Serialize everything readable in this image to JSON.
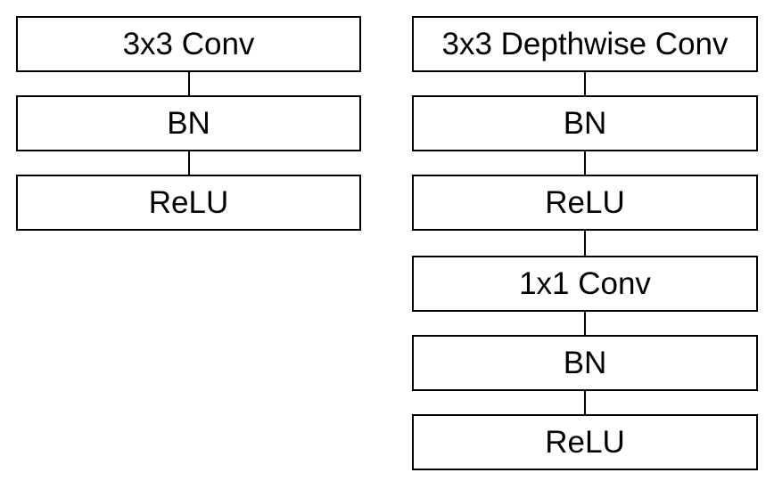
{
  "left_column": {
    "blocks": [
      {
        "label": "3x3 Conv"
      },
      {
        "label": "BN"
      },
      {
        "label": "ReLU"
      }
    ]
  },
  "right_column": {
    "blocks": [
      {
        "label": "3x3 Depthwise Conv"
      },
      {
        "label": "BN"
      },
      {
        "label": "ReLU"
      },
      {
        "label": "1x1 Conv"
      },
      {
        "label": "BN"
      },
      {
        "label": "ReLU"
      }
    ]
  }
}
